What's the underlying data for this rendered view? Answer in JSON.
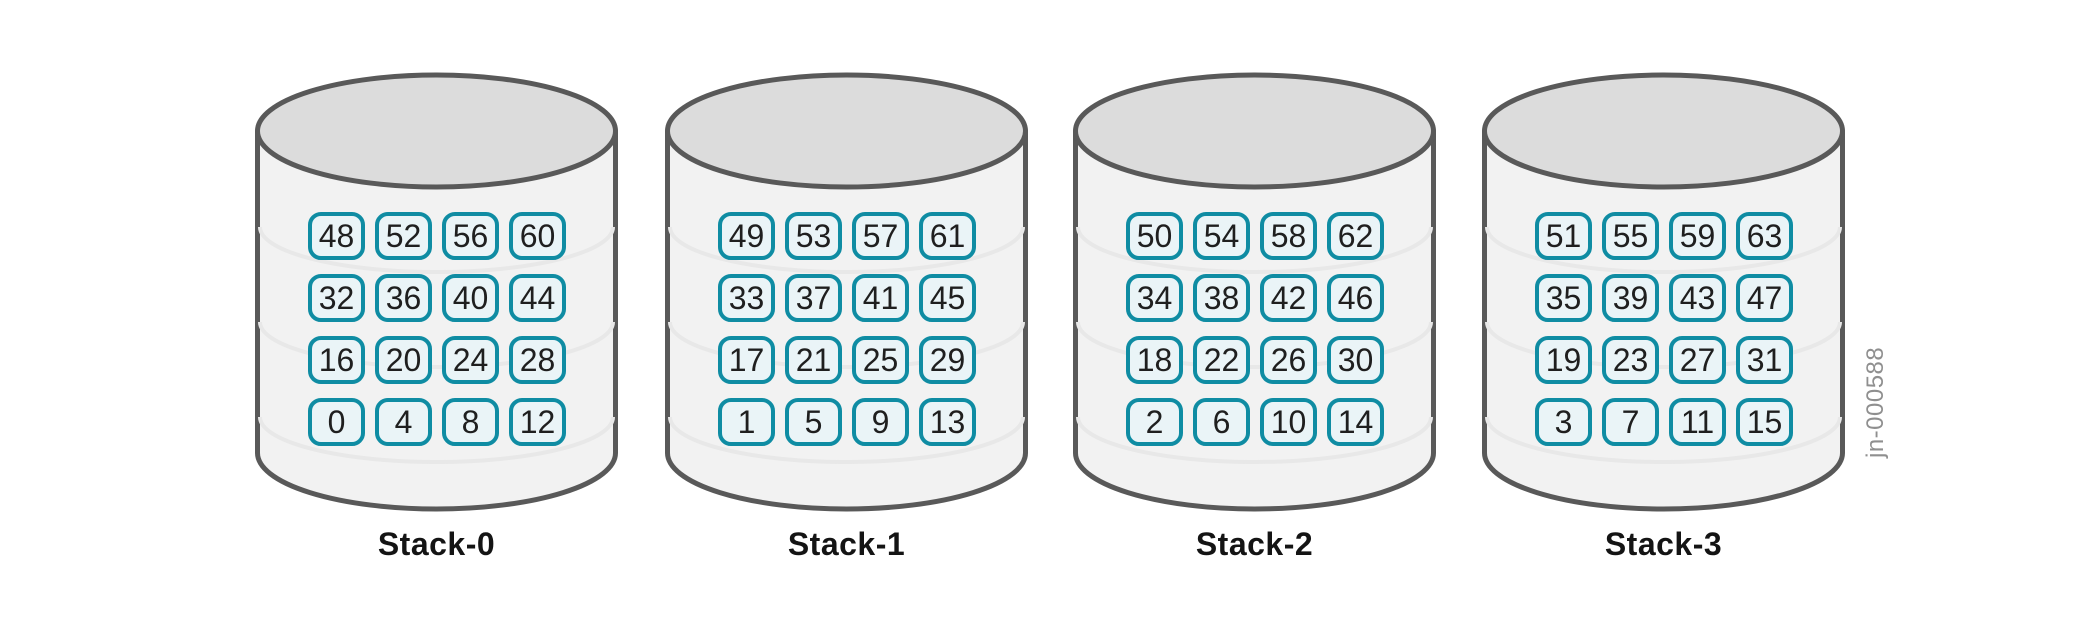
{
  "figure": {
    "id_label": "jn-000588",
    "background": "#ffffff"
  },
  "colors": {
    "cell_border": "#0f8ca3",
    "cell_fill": "#eaf4f7",
    "cell_text": "#1f1f1f",
    "cylinder_outline": "#595959",
    "cylinder_top_fill": "#dcdcdc",
    "cylinder_body_fill": "#f2f2f2",
    "cylinder_band_line": "#e8e8e8",
    "stack_label_text": "#141414",
    "figure_id_text": "#8f8f8f"
  },
  "stacks": [
    {
      "label": "Stack-0",
      "rows": [
        [
          "48",
          "52",
          "56",
          "60"
        ],
        [
          "32",
          "36",
          "40",
          "44"
        ],
        [
          "16",
          "20",
          "24",
          "28"
        ],
        [
          "0",
          "4",
          "8",
          "12"
        ]
      ]
    },
    {
      "label": "Stack-1",
      "rows": [
        [
          "49",
          "53",
          "57",
          "61"
        ],
        [
          "33",
          "37",
          "41",
          "45"
        ],
        [
          "17",
          "21",
          "25",
          "29"
        ],
        [
          "1",
          "5",
          "9",
          "13"
        ]
      ]
    },
    {
      "label": "Stack-2",
      "rows": [
        [
          "50",
          "54",
          "58",
          "62"
        ],
        [
          "34",
          "38",
          "42",
          "46"
        ],
        [
          "18",
          "22",
          "26",
          "30"
        ],
        [
          "2",
          "6",
          "10",
          "14"
        ]
      ]
    },
    {
      "label": "Stack-3",
      "rows": [
        [
          "51",
          "55",
          "59",
          "63"
        ],
        [
          "35",
          "39",
          "43",
          "47"
        ],
        [
          "19",
          "23",
          "27",
          "31"
        ],
        [
          "3",
          "7",
          "11",
          "15"
        ]
      ]
    }
  ]
}
